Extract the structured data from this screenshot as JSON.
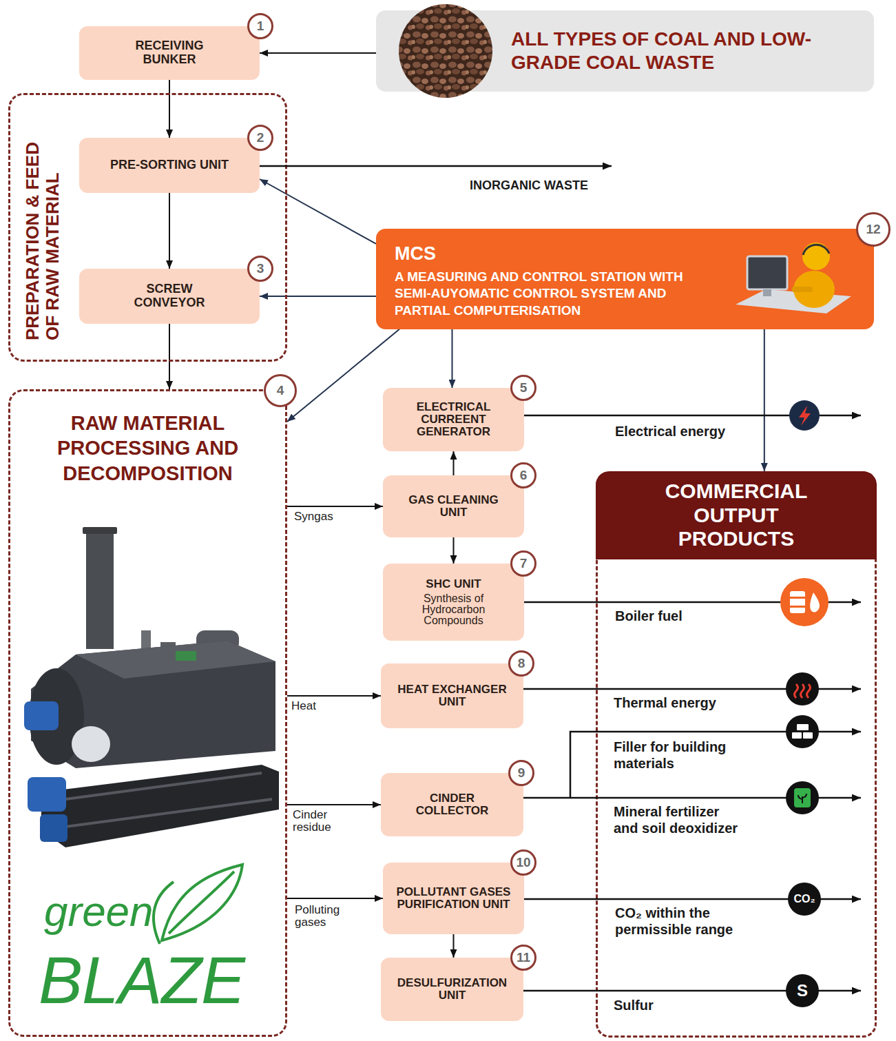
{
  "diagram": {
    "nodes": [
      {
        "text": [
          "RECEIVING BUNKER"
        ]
      },
      {
        "text": [
          "ALL TYPES OF COAL AND LOW-GRADE COAL WASTE"
        ]
      },
      {
        "text": [
          "PREPARATION & FEED OF RAW MATERIAL"
        ]
      },
      {
        "text": [
          "PRE-SORTING UNIT"
        ],
        "in": 2
      },
      {
        "text": [
          "SCREW CONVEYOR"
        ],
        "in": 2
      },
      {
        "text": [
          "MCS",
          "A MEASURING AND CONTROL STATION WITH SEMI-AUYOMATIC CONTROL SYSTEM AND PARTIAL COMPUTERISATION"
        ]
      },
      {
        "text": [
          "RAW MATERIAL PROCESSING AND DECOMPOSITION"
        ]
      },
      {
        "text": [
          "ELECTRICAL CURREENT GENERATOR"
        ]
      },
      {
        "text": [
          "GAS CLEANING UNIT"
        ]
      },
      {
        "text": [
          "SHC UNIT",
          "Synthesis of Hydrocarbon Compounds"
        ]
      },
      {
        "text": [
          "HEAT EXCHANGER UNIT"
        ]
      },
      {
        "text": [
          "CINDER COLLECTOR"
        ]
      },
      {
        "text": [
          "POLLUTANT GASES PURIFICATION UNIT"
        ]
      },
      {
        "text": [
          "DESULFURIZATION UNIT"
        ]
      },
      {
        "text": [
          "COMMERCIAL OUTPUT PRODUCTS"
        ]
      }
    ],
    "edges": [
      {
        "from": 1,
        "to": 0,
        "arrow": "to"
      },
      {
        "from": 0,
        "to": 3,
        "arrow": "to"
      },
      {
        "from": 3,
        "to": 4,
        "arrow": "to"
      },
      {
        "from": 4,
        "to": 6,
        "arrow": "to"
      },
      {
        "from": 5,
        "to": 3,
        "arrow": "to"
      },
      {
        "from": 5,
        "to": 4,
        "arrow": "to"
      },
      {
        "from": 5,
        "to": 6,
        "arrow": "to"
      },
      {
        "from": 5,
        "to": 7,
        "arrow": "to"
      },
      {
        "from": 5,
        "to": 14,
        "arrow": "to"
      },
      {
        "from": 6,
        "to": 8,
        "label": "Syngas",
        "arrow": "to"
      },
      {
        "from": 8,
        "to": 7,
        "arrow": "to"
      },
      {
        "from": 8,
        "to": 9,
        "arrow": "to"
      },
      {
        "from": 6,
        "to": 10,
        "label": "Heat",
        "arrow": "to"
      },
      {
        "from": 6,
        "to": 11,
        "label": "Cinder residue",
        "arrow": "to"
      },
      {
        "from": 6,
        "to": 12,
        "label": "Polluting gases",
        "arrow": "to"
      },
      {
        "from": 12,
        "to": 13,
        "arrow": "to"
      }
    ],
    "labels": [
      "1",
      "2",
      "3",
      "4",
      "5",
      "6",
      "7",
      "8",
      "9",
      "10",
      "11",
      "12",
      "INORGANIC WASTE",
      "Electrical energy",
      "Boiler fuel",
      "Thermal energy",
      "Filler for building materials",
      "Mineral fertilizer and soil deoxidizer",
      "CO₂",
      "CO₂ within the permissible range",
      "S",
      "Sulfur",
      "green",
      "BLAZE"
    ]
  }
}
